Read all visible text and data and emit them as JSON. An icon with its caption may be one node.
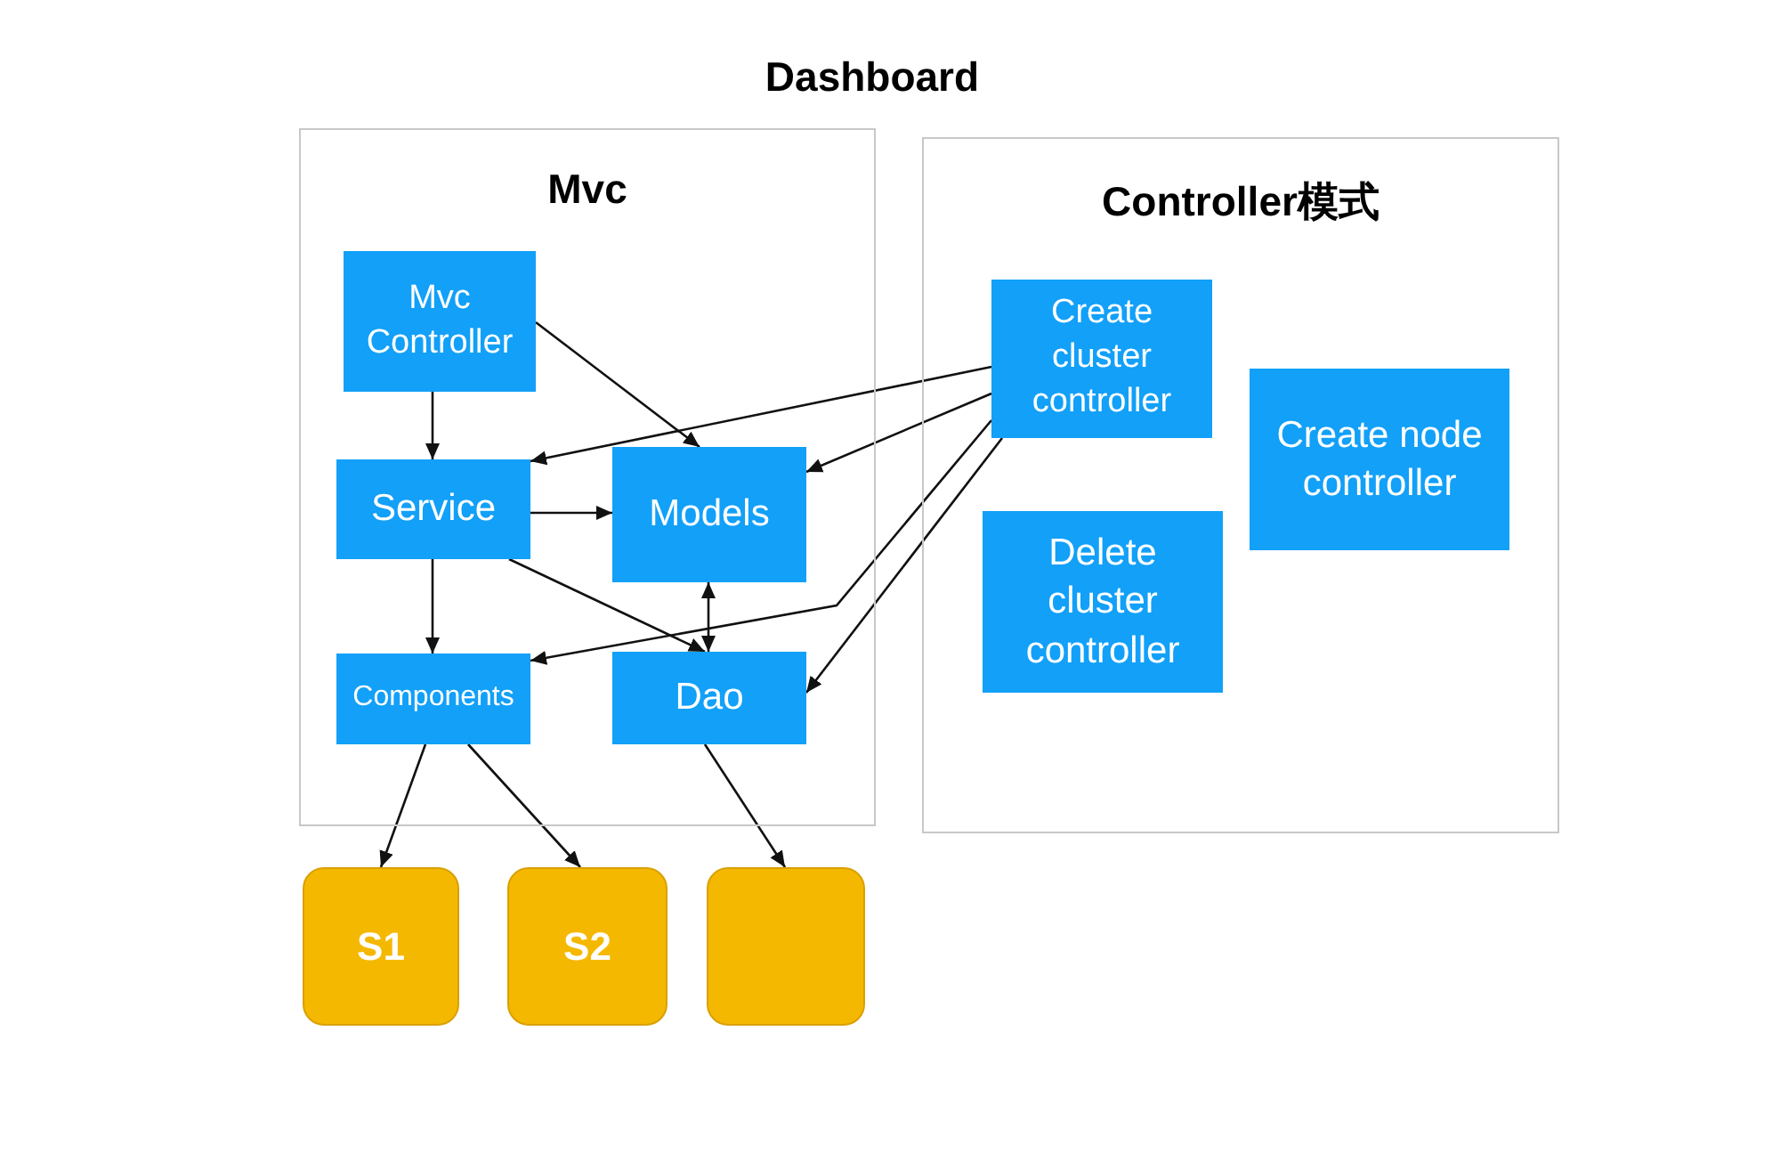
{
  "diagram": {
    "title": "Dashboard",
    "nodes": [
      {
        "text": [
          "Mvc"
        ]
      },
      {
        "text": [
          "Mvc Controller"
        ],
        "in": 0
      },
      {
        "text": [
          "Service"
        ],
        "in": 0
      },
      {
        "text": [
          "Models"
        ],
        "in": 0
      },
      {
        "text": [
          "Components"
        ],
        "in": 0
      },
      {
        "text": [
          "Dao"
        ],
        "in": 0
      },
      {
        "text": [
          "Controller模式"
        ]
      },
      {
        "text": [
          "Create cluster controller"
        ],
        "in": 6
      },
      {
        "text": [
          "Delete cluster controller"
        ],
        "in": 6
      },
      {
        "text": [
          "Create node controller"
        ],
        "in": 6
      },
      {
        "text": [
          "S1"
        ]
      },
      {
        "text": [
          "S2"
        ]
      },
      {
        "text": [],
        "shape": "box"
      }
    ],
    "edges": [
      {
        "from": 1,
        "to": 3,
        "arrow": "to"
      },
      {
        "from": 1,
        "to": 2,
        "arrow": "to"
      },
      {
        "from": 2,
        "to": 3,
        "arrow": "to"
      },
      {
        "from": 2,
        "to": 4,
        "arrow": "to"
      },
      {
        "from": 2,
        "to": 5,
        "arrow": "to"
      },
      {
        "from": 3,
        "to": 5,
        "arrow": "both"
      },
      {
        "from": 7,
        "to": 2,
        "arrow": "to"
      },
      {
        "from": 7,
        "to": 3,
        "arrow": "to"
      },
      {
        "from": 7,
        "to": 4,
        "arrow": "to"
      },
      {
        "from": 7,
        "to": 5,
        "arrow": "to"
      },
      {
        "from": 4,
        "to": 10,
        "arrow": "to"
      },
      {
        "from": 4,
        "to": 11,
        "arrow": "to"
      },
      {
        "from": 5,
        "to": 12,
        "arrow": "to"
      }
    ]
  }
}
